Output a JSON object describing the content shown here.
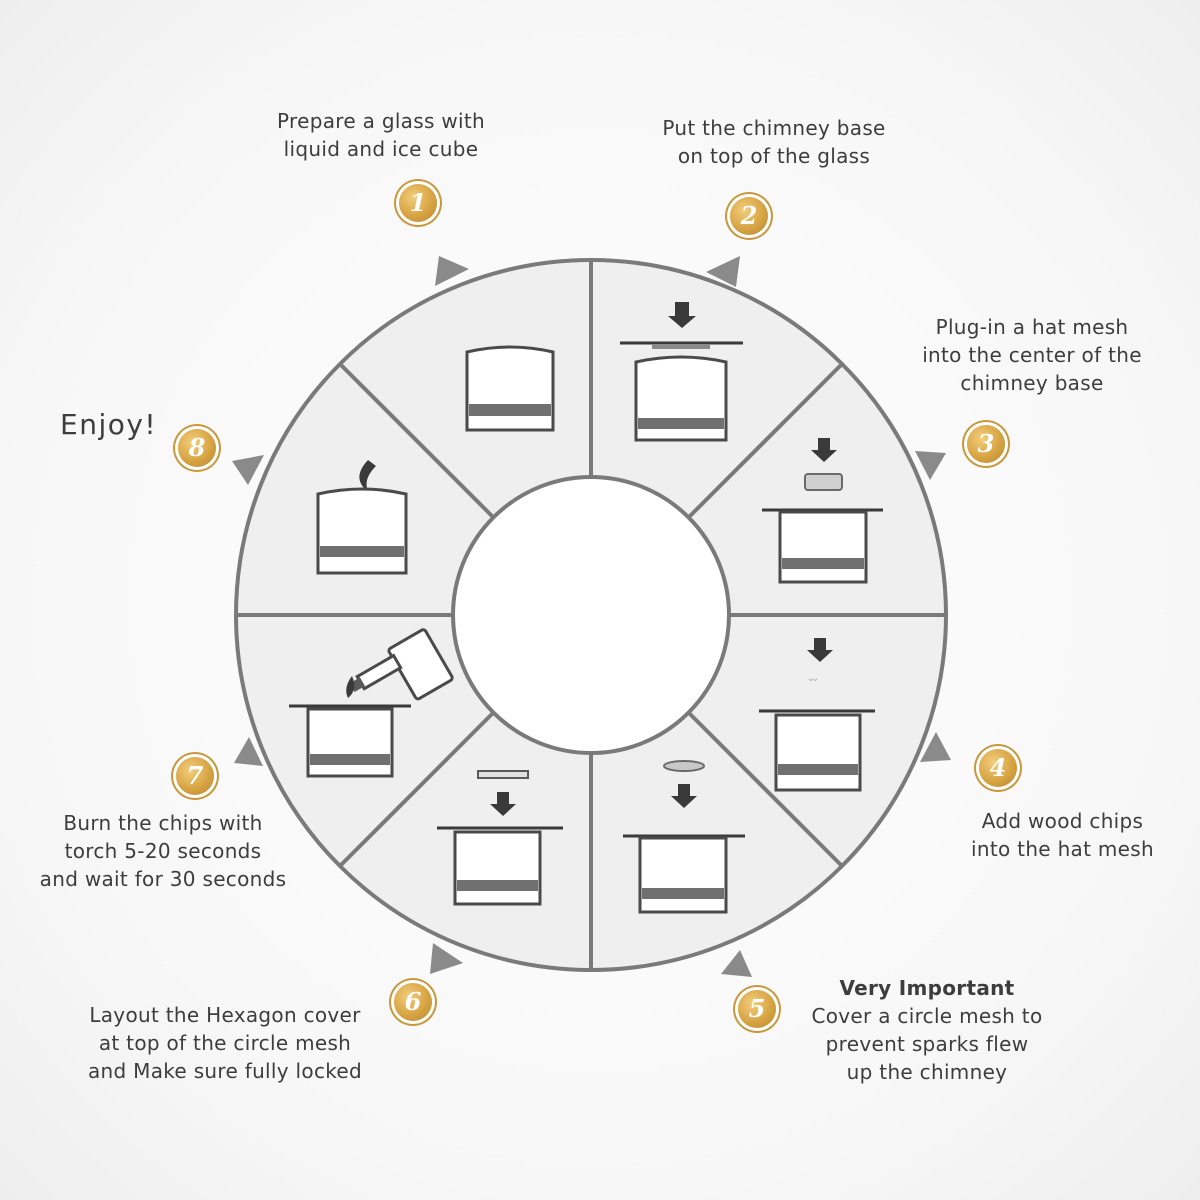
{
  "steps": [
    {
      "number": "1",
      "lines": [
        "Prepare a glass with",
        "liquid and ice cube"
      ]
    },
    {
      "number": "2",
      "lines": [
        "Put the chimney base",
        "on top of the glass"
      ]
    },
    {
      "number": "3",
      "lines": [
        "Plug-in a hat mesh",
        "into the center of the",
        "chimney base"
      ]
    },
    {
      "number": "4",
      "lines": [
        "Add wood chips",
        "into the hat mesh"
      ]
    },
    {
      "number": "5",
      "heading": "Very Important",
      "lines": [
        "Cover a circle mesh  to",
        "prevent sparks  flew",
        "up the chimney"
      ]
    },
    {
      "number": "6",
      "lines": [
        "Layout the Hexagon cover",
        "at top of the circle mesh",
        "and Make  sure fully locked"
      ]
    },
    {
      "number": "7",
      "lines": [
        "Burn the chips with",
        "torch 5-20 seconds",
        "and wait for 30 seconds"
      ]
    },
    {
      "number": "8",
      "lines": []
    }
  ],
  "enjoy": "Enjoy!",
  "colors": {
    "badge": "#d7a443",
    "wheel_fill": "#efefef",
    "stroke": "#6e6e6e",
    "band": "#707070"
  }
}
